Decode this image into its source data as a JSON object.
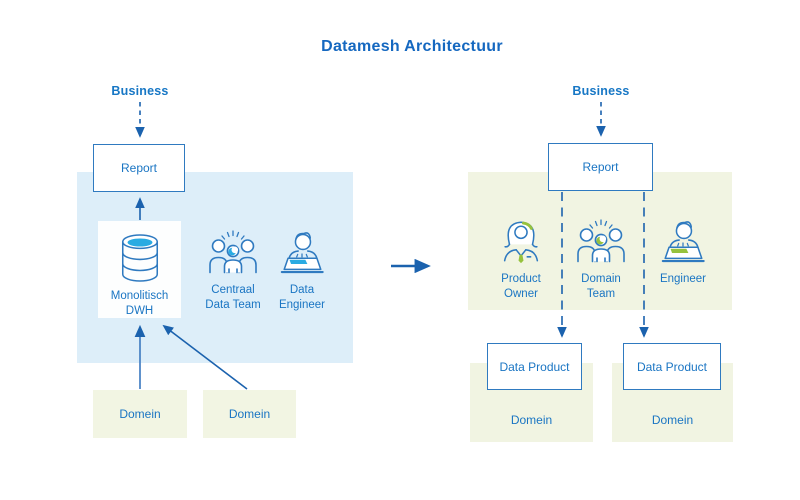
{
  "title": "Datamesh Architectuur",
  "colors": {
    "primary_blue": "#1a75c3",
    "line_blue": "#2a6cb5",
    "panel_blue": "#ddeef9",
    "panel_green": "#f1f4e2",
    "accent_cyan": "#29abe2",
    "accent_green": "#96c23d"
  },
  "left": {
    "business": "Business",
    "report": "Report",
    "dwh": {
      "line1": "Monolitisch",
      "line2": "DWH"
    },
    "central_team": {
      "line1": "Centraal",
      "line2": "Data Team"
    },
    "engineer": {
      "line1": "Data",
      "line2": "Engineer"
    },
    "domains": [
      "Domein",
      "Domein"
    ]
  },
  "right": {
    "business": "Business",
    "report": "Report",
    "product_owner": {
      "line1": "Product",
      "line2": "Owner"
    },
    "domain_team": {
      "line1": "Domain",
      "line2": "Team"
    },
    "engineer": "Engineer",
    "data_products": [
      "Data Product",
      "Data Product"
    ],
    "domains": [
      "Domein",
      "Domein"
    ]
  }
}
